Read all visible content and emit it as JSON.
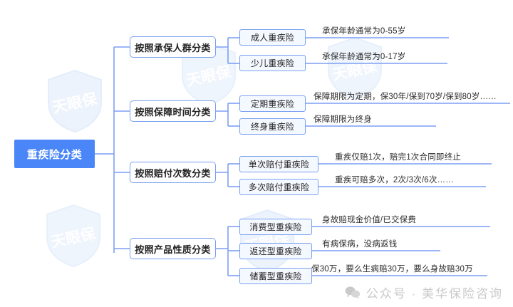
{
  "diagram": {
    "type": "mindmap",
    "root": {
      "label": "重疾险分类"
    },
    "branches": [
      {
        "label": "按照承保人群分类",
        "children": [
          {
            "label": "成人重疾险",
            "note": "承保年龄通常为0-55岁"
          },
          {
            "label": "少儿重疾险",
            "note": "承保年龄通常为0-17岁"
          }
        ]
      },
      {
        "label": "按照保障时间分类",
        "children": [
          {
            "label": "定期重疾险",
            "note": "保障期限为定期，保30年/保到70岁/保到80岁……"
          },
          {
            "label": "终身重疾险",
            "note": "保障期限为终身"
          }
        ]
      },
      {
        "label": "按照赔付次数分类",
        "children": [
          {
            "label": "单次赔付重疾险",
            "note": "重疾仅赔1次，赔完1次合同即终止"
          },
          {
            "label": "多次赔付重疾险",
            "note": "重疾可赔多次，2次/3次/6次……"
          }
        ]
      },
      {
        "label": "按照产品性质分类",
        "children": [
          {
            "label": "消费型重疾险",
            "note": "身故赔现金价值/已交保费"
          },
          {
            "label": "返还型重疾险",
            "note": "有病保病，没病返钱"
          },
          {
            "label": "储蓄型重疾险",
            "note": "保30万，要么生病赔30万，要么身故赔30万"
          }
        ]
      }
    ]
  },
  "watermarks": {
    "shield_label": "天眼保"
  },
  "footer": {
    "text": "公众号 · 美华保险咨询"
  },
  "colors": {
    "root_fill": "#4a86f7",
    "root_text": "#ffffff",
    "node_border": "#7aa0f0",
    "node_fill": "#ffffff",
    "leaf_fill": "#f4f8ff",
    "wire": "#7d9ef5",
    "annotation_text": "#2b2b2b",
    "watermark": "#d8e6fa",
    "footer_text": "#c9c9c9"
  }
}
